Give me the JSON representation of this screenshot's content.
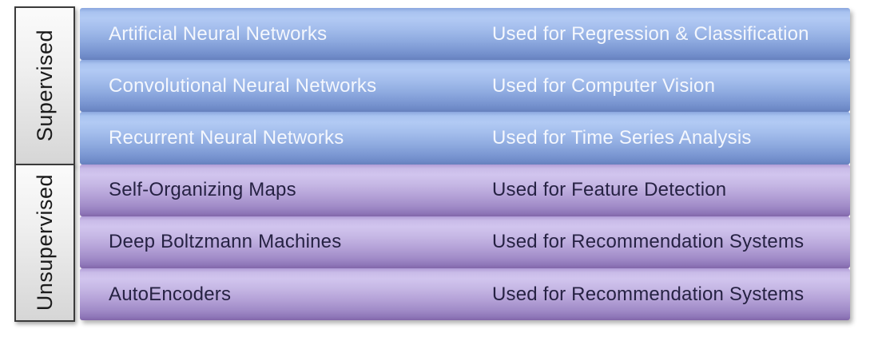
{
  "groups": [
    {
      "label": "Supervised",
      "theme": "blue",
      "rows": [
        {
          "name": "Artificial Neural Networks",
          "use": "Used for Regression & Classification"
        },
        {
          "name": "Convolutional Neural Networks",
          "use": "Used for Computer Vision"
        },
        {
          "name": "Recurrent Neural Networks",
          "use": "Used for Time Series Analysis"
        }
      ]
    },
    {
      "label": "Unsupervised",
      "theme": "purple",
      "rows": [
        {
          "name": "Self-Organizing Maps",
          "use": "Used for Feature Detection"
        },
        {
          "name": "Deep Boltzmann Machines",
          "use": "Used for Recommendation Systems"
        },
        {
          "name": "AutoEncoders",
          "use": "Used for Recommendation Systems"
        }
      ]
    }
  ],
  "colors": {
    "background": "#ffffff",
    "blue_bar_top": "#b2caf4",
    "blue_bar_bottom": "#6680bd",
    "purple_bar_top": "#d1c5ee",
    "purple_bar_bottom": "#8166a9",
    "blue_text": "#f4f7fd",
    "purple_text": "#262243",
    "sidebar_text": "#1b1b1b",
    "sidebar_border": "#3b3b3b"
  }
}
